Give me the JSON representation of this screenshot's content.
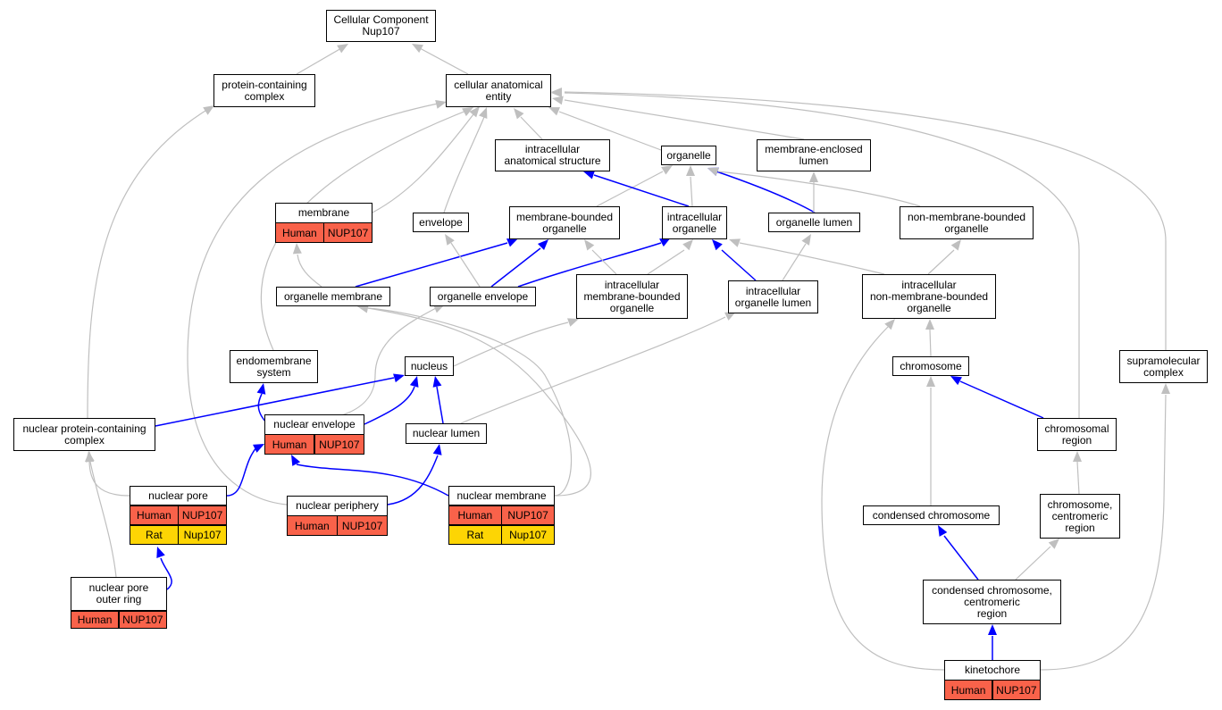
{
  "colors": {
    "human": "#f9624a",
    "rat": "#fdd504",
    "edge_gray": "#bfbfbf",
    "edge_blue": "#0000ff"
  },
  "nodes": {
    "cellular_component": "Cellular Component\nNup107",
    "protein_containing_complex": "protein-containing\ncomplex",
    "cellular_anatomical_entity": "cellular anatomical\nentity",
    "intracellular_anatomical_structure": "intracellular\nanatomical structure",
    "organelle": "organelle",
    "membrane_enclosed_lumen": "membrane-enclosed\nlumen",
    "membrane": "membrane",
    "envelope": "envelope",
    "membrane_bounded_organelle": "membrane-bounded\norganelle",
    "intracellular_organelle": "intracellular\norganelle",
    "organelle_lumen": "organelle lumen",
    "non_membrane_bounded_organelle": "non-membrane-bounded\norganelle",
    "organelle_membrane": "organelle membrane",
    "organelle_envelope": "organelle envelope",
    "intracellular_membrane_bounded_organelle": "intracellular\nmembrane-bounded\norganelle",
    "intracellular_organelle_lumen": "intracellular\norganelle lumen",
    "intracellular_non_membrane_bounded_organelle": "intracellular\nnon-membrane-bounded\norganelle",
    "endomembrane_system": "endomembrane\nsystem",
    "nucleus": "nucleus",
    "chromosome": "chromosome",
    "supramolecular_complex": "supramolecular\ncomplex",
    "nuclear_protein_containing_complex": "nuclear protein-containing\ncomplex",
    "nuclear_envelope": "nuclear envelope",
    "nuclear_lumen": "nuclear lumen",
    "chromosomal_region": "chromosomal\nregion",
    "nuclear_pore": "nuclear pore",
    "nuclear_periphery": "nuclear periphery",
    "nuclear_membrane": "nuclear membrane",
    "condensed_chromosome": "condensed chromosome",
    "chromosome_centromeric_region": "chromosome,\ncentromeric\nregion",
    "condensed_chromosome_centromeric_region": "condensed chromosome,\ncentromeric\nregion",
    "nuclear_pore_outer_ring": "nuclear pore\nouter ring",
    "kinetochore": "kinetochore"
  },
  "annotations": {
    "human": "Human",
    "rat": "Rat",
    "human_gene": "NUP107",
    "rat_gene": "Nup107"
  }
}
